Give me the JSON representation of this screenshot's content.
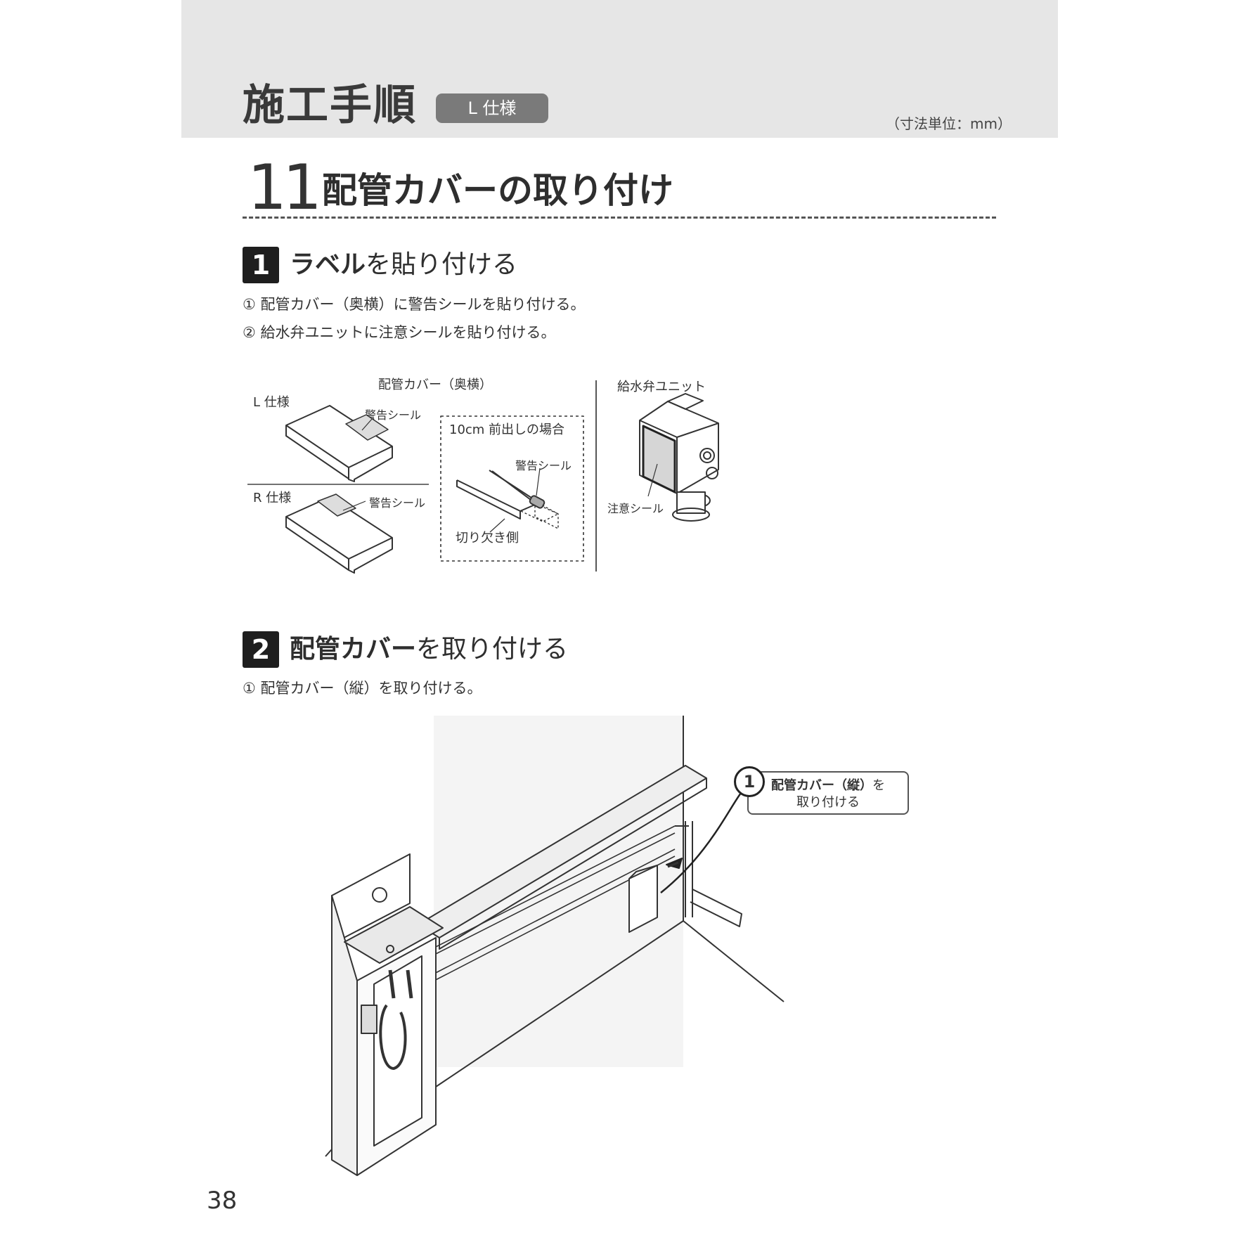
{
  "header": {
    "title": "施工手順",
    "badge": "L 仕様",
    "unit_note": "（寸法単位：mm）"
  },
  "section": {
    "number": "11",
    "title": "配管カバーの取り付け"
  },
  "step1": {
    "number": "1",
    "title_bold": "ラベル",
    "title_rest": "を貼り付ける",
    "instructions": [
      "① 配管カバー（奥横）に警告シールを貼り付ける。",
      "② 給水弁ユニットに注意シールを貼り付ける。"
    ],
    "figure": {
      "cover_heading": "配管カバー（奥横）",
      "l_spec": "L 仕様",
      "r_spec": "R 仕様",
      "warning_seal": "警告シール",
      "box_heading": "10cm 前出しの場合",
      "notch_side": "切り欠き側",
      "valve_heading": "給水弁ユニット",
      "caution_seal": "注意シール"
    }
  },
  "step2": {
    "number": "2",
    "title_bold": "配管カバー",
    "title_rest": "を取り付ける",
    "instructions": [
      "① 配管カバー（縦）を取り付ける。"
    ],
    "callout": {
      "number": "1",
      "line1_bold": "配管カバー（縦）",
      "line1_rest": "を",
      "line2": "取り付ける"
    }
  },
  "page_number": "38"
}
